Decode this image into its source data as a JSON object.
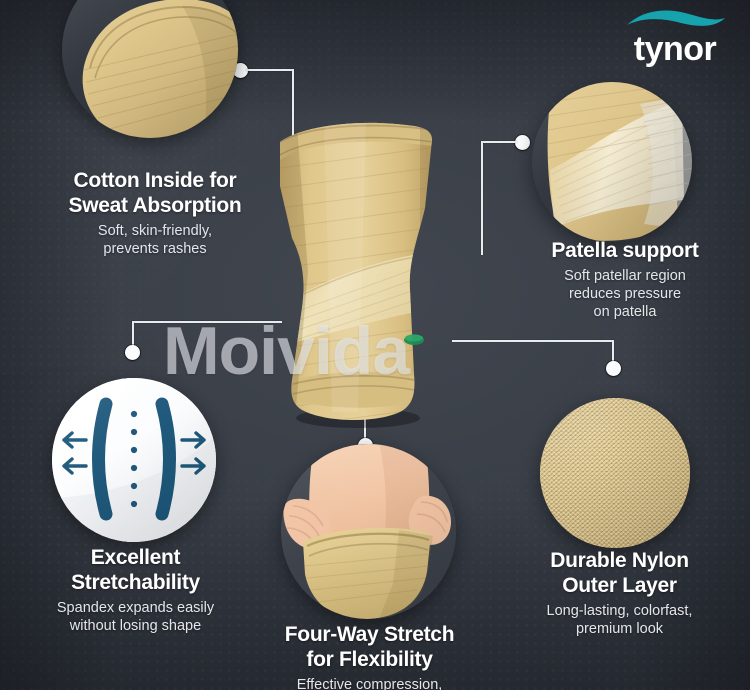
{
  "brand": {
    "name": "tynor",
    "swoosh_color": "#17a3ad",
    "text_color": "#ffffff"
  },
  "watermark": {
    "text": "Moivida",
    "color": "#e9ecf0"
  },
  "theme": {
    "background": "#3b4049",
    "accent_blue": "#1b5679",
    "fabric_beige": "#dcc487",
    "fabric_beige_light": "#e9dcae",
    "skin": "#f3c9ab",
    "connector": "#e9ecef",
    "heading_color": "#ffffff",
    "body_color": "#e4e7ea"
  },
  "product": {
    "name": "knee-cap-sleeve",
    "tag_color": "#1f8a55"
  },
  "features": [
    {
      "id": "cotton-inside",
      "title": "Cotton Inside for\nSweat Absorption",
      "title_lines": [
        "Cotton Inside for",
        "Sweat Absorption"
      ],
      "subtitle_lines": [
        "Soft, skin-friendly,",
        "prevents rashes"
      ],
      "image": "knee-cap-cuff-closeup"
    },
    {
      "id": "patella-support",
      "title": "Patella support",
      "title_lines": [
        "Patella support"
      ],
      "subtitle_lines": [
        "Soft patellar region",
        "reduces pressure",
        "on patella"
      ],
      "image": "patellar-region-closeup"
    },
    {
      "id": "excellent-stretchability",
      "title": "Excellent Stretchability",
      "title_lines": [
        "Excellent",
        "Stretchability"
      ],
      "subtitle_lines": [
        "Spandex expands easily",
        "without losing shape"
      ],
      "image": "stretch-arrows-icon"
    },
    {
      "id": "four-way-stretch",
      "title": "Four-Way Stretch for Flexibility",
      "title_lines": [
        "Four-Way Stretch",
        "for Flexibility"
      ],
      "subtitle_lines": [
        "Effective compression,"
      ],
      "image": "hands-stretching-sleeve"
    },
    {
      "id": "durable-nylon",
      "title": "Durable Nylon Outer Layer",
      "title_lines": [
        "Durable Nylon",
        "Outer Layer"
      ],
      "subtitle_lines": [
        "Long-lasting, colorfast,",
        "premium look"
      ],
      "image": "nylon-knit-fabric-swatch"
    }
  ]
}
